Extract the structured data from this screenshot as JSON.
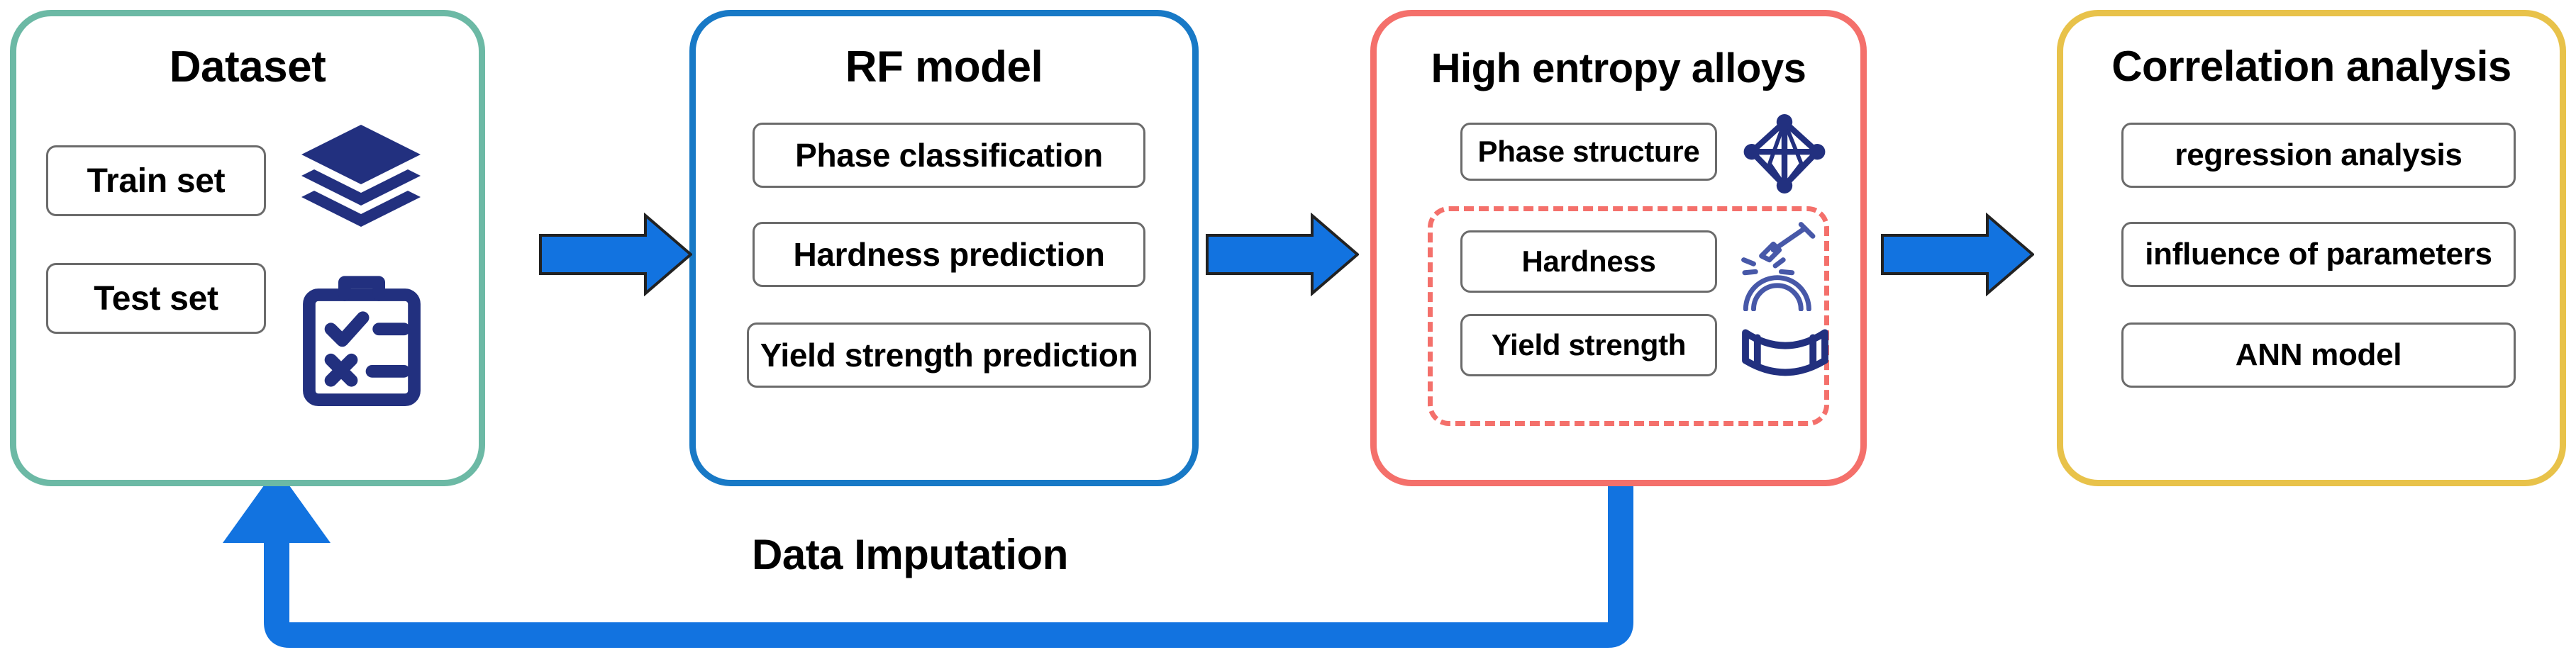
{
  "diagram": {
    "title_text": "",
    "feedback": {
      "label": "Data Imputation",
      "color": "#1273E0"
    },
    "arrow_color": "#1273E0",
    "arrow_outline": "#222222",
    "stages": [
      {
        "id": "dataset",
        "title": "Dataset",
        "border_color": "#6CB9A5",
        "items": [
          {
            "label": "Train set"
          },
          {
            "label": "Test set"
          }
        ],
        "icons": [
          {
            "name": "layers-stack-icon",
            "color": "#22307F"
          },
          {
            "name": "clipboard-checklist-icon",
            "color": "#22307F"
          }
        ]
      },
      {
        "id": "rf-model",
        "title": "RF model",
        "border_color": "#1879C6",
        "items": [
          {
            "label": "Phase classification"
          },
          {
            "label": "Hardness prediction"
          },
          {
            "label": "Yield strength prediction"
          }
        ],
        "icons": []
      },
      {
        "id": "high-entropy-alloys",
        "title": "High entropy alloys",
        "border_color": "#F4706B",
        "items": [
          {
            "label": "Phase structure"
          },
          {
            "label": "Hardness"
          },
          {
            "label": "Yield strength"
          }
        ],
        "group_border_color": "#F4706B",
        "icons": [
          {
            "name": "octahedron-lattice-icon",
            "color": "#22307F"
          },
          {
            "name": "hammer-hardness-icon",
            "color": "#3C4A9B"
          },
          {
            "name": "bent-beam-yield-icon",
            "color": "#22307F"
          }
        ]
      },
      {
        "id": "correlation-analysis",
        "title": "Correlation analysis",
        "border_color": "#E8C košt"
      }
    ]
  },
  "stage1": {
    "title": "Dataset",
    "items": [
      "Train set",
      "Test set"
    ]
  },
  "stage2": {
    "title": "RF model",
    "items": [
      "Phase classification",
      "Hardness prediction",
      "Yield strength prediction"
    ]
  },
  "stage3": {
    "title": "High entropy alloys",
    "items": [
      "Phase structure",
      "Hardness",
      "Yield strength"
    ]
  },
  "stage4": {
    "title": "Correlation analysis",
    "items": [
      "regression analysis",
      "influence of parameters",
      "ANN model"
    ]
  },
  "feedback": {
    "label": "Data Imputation"
  },
  "colors": {
    "dataset_border": "#6CB9A5",
    "rf_border": "#1879C6",
    "hea_border": "#F4706B",
    "corr_border": "#E8C24A",
    "arrow_blue": "#1273E0",
    "icon_navy": "#22307F",
    "icon_slate": "#4758A8",
    "item_border": "#6b6b6b",
    "text": "#000000"
  }
}
